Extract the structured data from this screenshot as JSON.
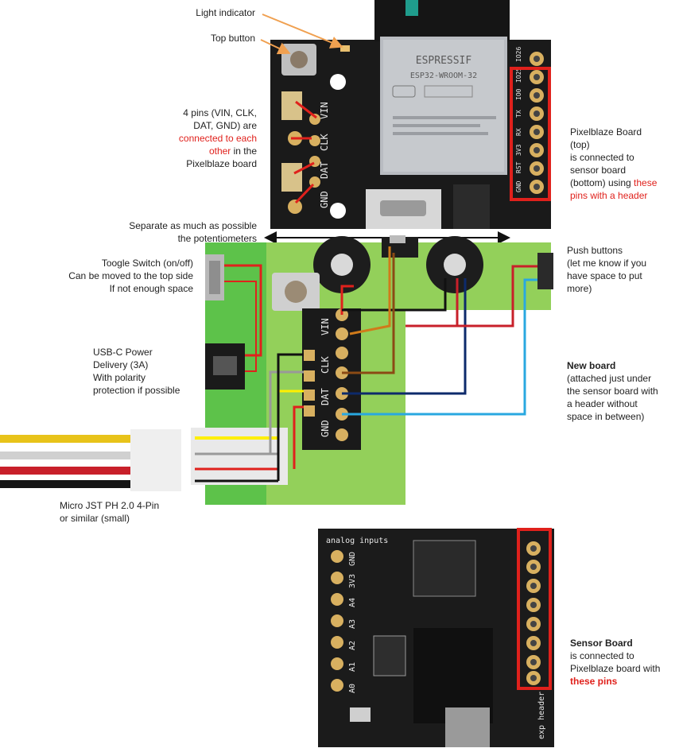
{
  "labels": {
    "light_indicator": "Light indicator",
    "top_button": "Top button",
    "four_pins_1": "4 pins (VIN, CLK,",
    "four_pins_2": "DAT, GND) are",
    "four_pins_3": "connected to each",
    "four_pins_4": "other",
    "four_pins_4b": " in the",
    "four_pins_5": "Pixelblaze board",
    "pb_top_1": "Pixelblaze Board",
    "pb_top_2": "(top)",
    "pb_top_3": "is connected to",
    "pb_top_4": "sensor board",
    "pb_top_5a": "(bottom) using ",
    "pb_top_5b": "these",
    "pb_top_6": "pins with a header",
    "separate_1": "Separate as much as possible",
    "separate_2": "the potentiometers",
    "toggle_1": "Toogle Switch (on/off)",
    "toggle_2": "Can be moved to the top side",
    "toggle_3": "If not enough space",
    "push_1": "Push buttons",
    "push_2": "(let me know if you",
    "push_3": "have space to put",
    "push_4": "more)",
    "usbc_1": "USB-C Power",
    "usbc_2": "Delivery (3A)",
    "usbc_3": "With polarity",
    "usbc_4": "protection if possible",
    "new_board_1": "New board",
    "new_board_2": "(attached just under",
    "new_board_3": "the sensor board with",
    "new_board_4": "a header without",
    "new_board_5": "space in between)",
    "jst_1": "Micro JST PH 2.0 4-Pin",
    "jst_2": "or similar (small)",
    "sensor_1": "Sensor Board",
    "sensor_2": "is connected to",
    "sensor_3": "Pixelblaze board with",
    "sensor_4": "these pins"
  },
  "pixelblaze": {
    "brand": "ESPRESSIF",
    "module": "ESP32-WROOM-32",
    "right_pins": [
      "IO26",
      "IO25",
      "IO0",
      "TX",
      "RX",
      "3V3",
      "RST",
      "GND"
    ],
    "left_pins": [
      "VIN",
      "CLK",
      "DAT",
      "GND"
    ]
  },
  "newboard": {
    "pins": [
      "VIN",
      "CLK",
      "DAT",
      "GND"
    ]
  },
  "sensor": {
    "title": "analog inputs",
    "inputs": [
      "GND",
      "3V3",
      "A4",
      "A3",
      "A2",
      "A1",
      "A0"
    ],
    "header_label": "exp header"
  },
  "colors": {
    "green_board": "#5dc24a",
    "light_green": "#93d05a",
    "pcb_black": "#1b1b1b",
    "highlight_red": "#e0211c"
  }
}
